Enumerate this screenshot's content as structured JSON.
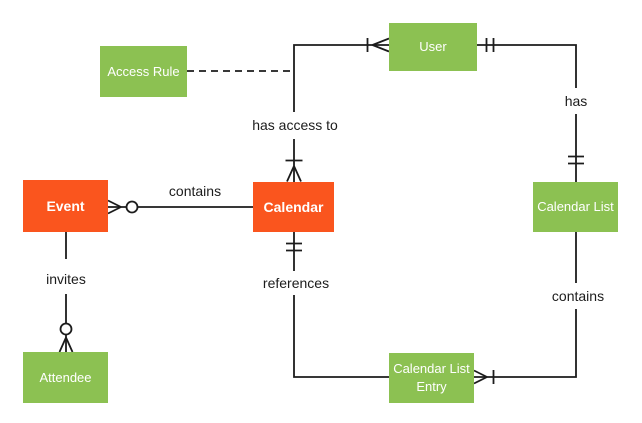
{
  "diagram": {
    "type": "entity-relationship",
    "background": "#ffffff",
    "colors": {
      "core_entity": "#FA551E",
      "entity": "#8CC152",
      "entity_text": "#ffffff",
      "line": "#1c1c1c",
      "label_text": "#1c1c1c"
    },
    "entities": {
      "event": {
        "label": "Event",
        "color": "#FA551E"
      },
      "calendar": {
        "label": "Calendar",
        "color": "#FA551E"
      },
      "user": {
        "label": "User",
        "color": "#8CC152"
      },
      "access_rule": {
        "label": "Access Rule",
        "color": "#8CC152"
      },
      "calendar_list": {
        "label": "Calendar List",
        "color": "#8CC152"
      },
      "attendee": {
        "label": "Attendee",
        "color": "#8CC152"
      },
      "calendar_list_entry": {
        "label": "Calendar List Entry",
        "color": "#8CC152"
      }
    },
    "relationships": {
      "contains_events": {
        "label": "contains",
        "from": "Calendar",
        "to": "Event",
        "event_end_marker": "zero-or-many",
        "calendar_end_marker": "none",
        "line_style": "solid"
      },
      "invites": {
        "label": "invites",
        "from": "Event",
        "to": "Attendee",
        "attendee_end_marker": "zero-or-many",
        "event_end_marker": "none",
        "line_style": "solid"
      },
      "has_access_to": {
        "label": "has access to",
        "from": "Calendar",
        "to": "User",
        "calendar_end_marker": "one-or-many",
        "user_end_marker": "one-or-many",
        "line_style": "solid"
      },
      "has": {
        "label": "has",
        "from": "User",
        "to": "Calendar List",
        "user_end_marker": "one-and-only-one",
        "calendar_list_end_marker": "one-and-only-one",
        "line_style": "solid"
      },
      "contains_entries": {
        "label": "contains",
        "from": "Calendar List",
        "to": "Calendar List Entry",
        "entry_end_marker": "one-or-many",
        "calendar_list_end_marker": "none",
        "line_style": "solid"
      },
      "references": {
        "label": "references",
        "from": "Calendar",
        "to": "Calendar List Entry",
        "calendar_end_marker": "one-and-only-one",
        "entry_end_marker": "none",
        "line_style": "solid"
      },
      "access_rule_link": {
        "label": "",
        "from": "Access Rule",
        "to": "has access to (Calendar–User line)",
        "line_style": "dashed"
      }
    }
  }
}
